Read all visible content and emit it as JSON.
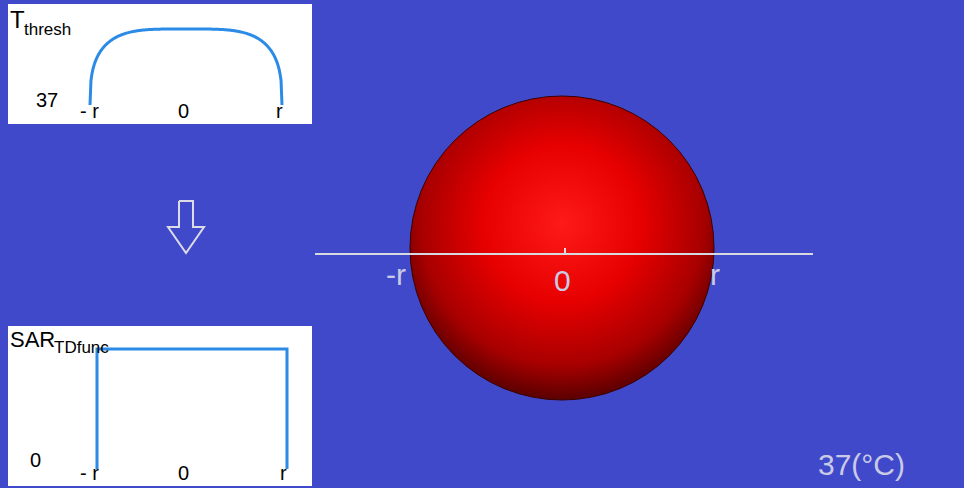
{
  "diagram": {
    "nodes": [
      {
        "text": [
          "T",
          "thresh",
          "37",
          "- r",
          "0",
          "r"
        ]
      },
      {
        "text": [
          "SAR",
          "TDfunc",
          "0",
          "- r",
          "0",
          "r"
        ]
      }
    ],
    "edges": [
      {
        "from": 0,
        "to": 1,
        "arrow": "to"
      }
    ],
    "labels": [
      "-r",
      "0",
      "r",
      "37(°C)"
    ]
  }
}
